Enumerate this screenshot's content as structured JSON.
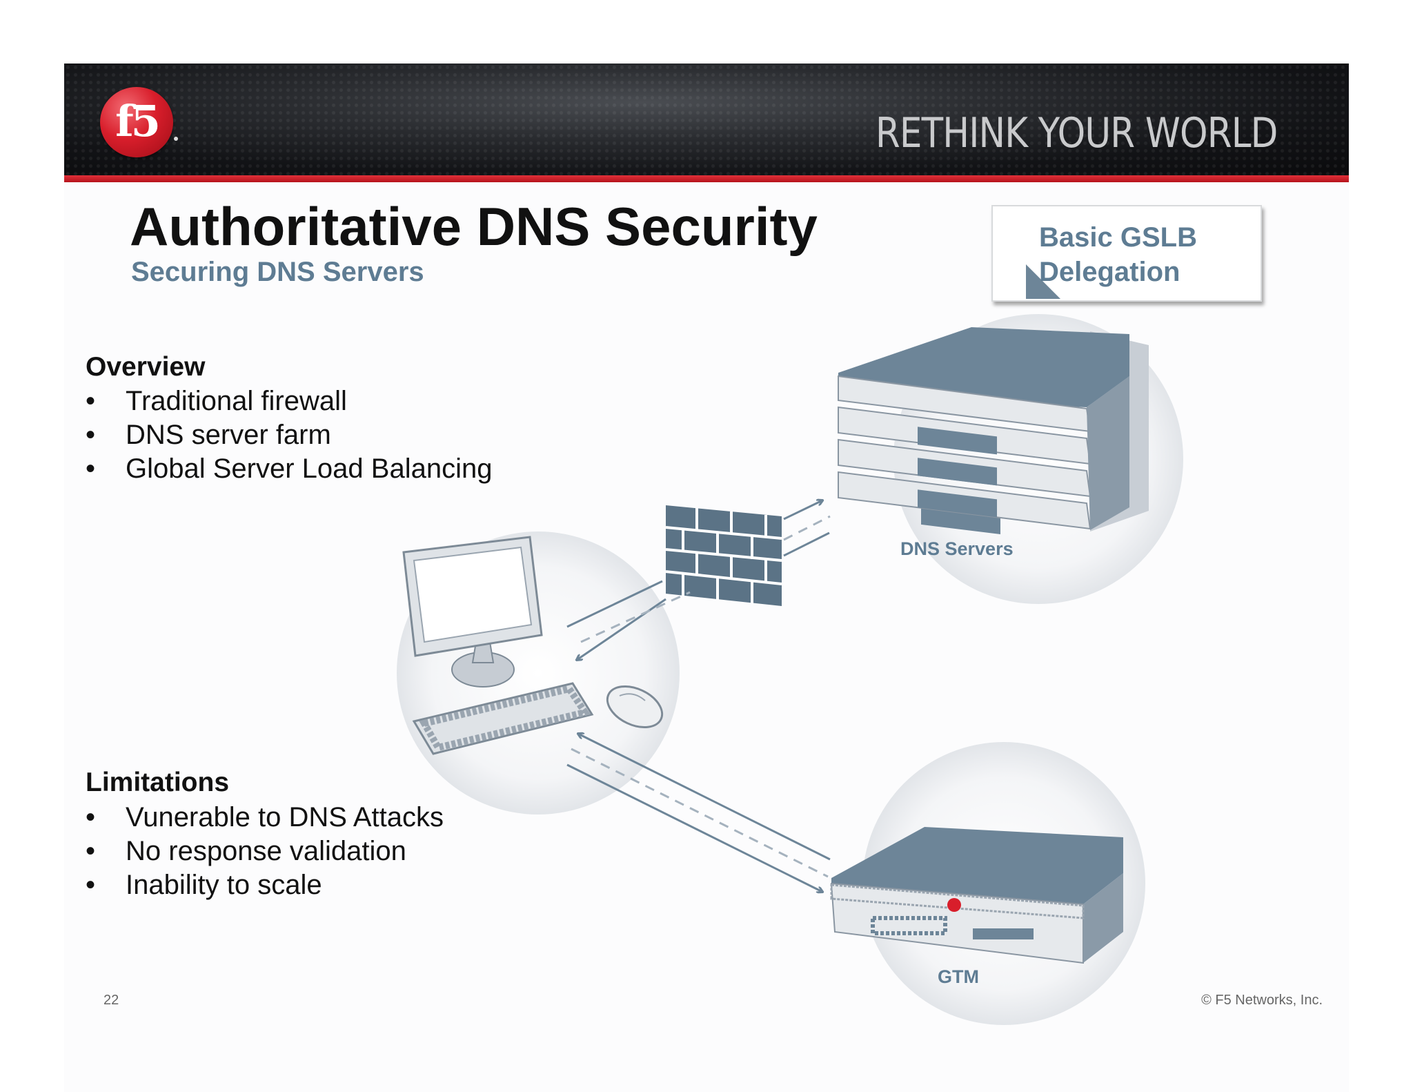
{
  "header": {
    "logo_text": "f5",
    "tagline": "RETHINK YOUR WORLD"
  },
  "slide": {
    "title": "Authoritative DNS Security",
    "subtitle": "Securing DNS Servers",
    "callout": "Basic GSLB Delegation",
    "overview": {
      "heading": "Overview",
      "items": [
        "Traditional firewall",
        "DNS server farm",
        "Global Server Load Balancing"
      ]
    },
    "limitations": {
      "heading": "Limitations",
      "items": [
        "Vunerable to DNS Attacks",
        "No response validation",
        "Inability to scale"
      ]
    },
    "bullet_char": "•"
  },
  "diagram": {
    "labels": {
      "dns_servers": "DNS Servers",
      "gtm": "GTM"
    },
    "icons": [
      "computer-icon",
      "firewall-icon",
      "dns-server-stack-icon",
      "gtm-appliance-icon"
    ],
    "colors": {
      "accent": "#5e7c93",
      "device": "#6d8598",
      "f5_red": "#d81e2b"
    }
  },
  "footer": {
    "page_number": "22",
    "copyright": "© F5 Networks, Inc."
  }
}
